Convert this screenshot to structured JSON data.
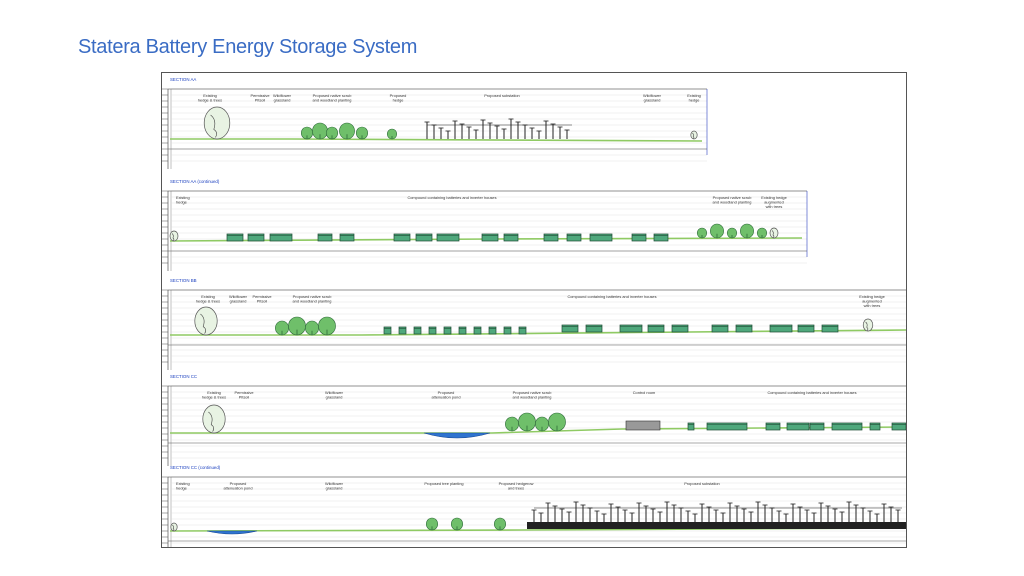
{
  "slide": {
    "title": "Statera Battery Energy Storage System"
  },
  "colors": {
    "vegetation": "#8fca63",
    "tree": "#6fbf6a",
    "battery": "#4fa87c",
    "water": "#2f74d0",
    "structure": "#222222",
    "title": "#3a6cc4"
  },
  "sections": [
    {
      "title": "SECTION AA",
      "labels": [
        [
          "Existing",
          "hedge & trees"
        ],
        [
          "Permissive",
          "Pitsoil"
        ],
        [
          "Wildflower",
          "grassland"
        ],
        [
          "Proposed native scrub",
          "and woodland planting"
        ],
        [
          "Proposed",
          "hedge"
        ],
        [
          "Proposed substation"
        ],
        [
          "Wildflower",
          "grassland"
        ],
        [
          "Existing",
          "hedge"
        ]
      ]
    },
    {
      "title": "SECTION AA (continued)",
      "labels": [
        [
          "Existing",
          "hedge"
        ],
        [
          "Compound containing batteries and inverter houses"
        ],
        [
          "Proposed native scrub",
          "and woodland planting"
        ],
        [
          "Existing hedge",
          "augmented",
          "with trees"
        ]
      ]
    },
    {
      "title": "SECTION BB",
      "labels": [
        [
          "Existing",
          "hedge & trees"
        ],
        [
          "Wildflower",
          "grassland"
        ],
        [
          "Permissive",
          "Pitsoil"
        ],
        [
          "Proposed native scrub",
          "and woodland planting"
        ],
        [
          "Compound containing batteries and inverter houses"
        ],
        [
          "Existing hedge",
          "augmented",
          "with trees"
        ]
      ]
    },
    {
      "title": "SECTION CC",
      "labels": [
        [
          "Existing",
          "hedge & trees"
        ],
        [
          "Permissive",
          "Pitsoil"
        ],
        [
          "Wildflower",
          "grassland"
        ],
        [
          "Proposed",
          "attenuation pond"
        ],
        [
          "Proposed native scrub",
          "and woodland planting"
        ],
        [
          "Control room"
        ],
        [
          "Compound containing batteries and inverter houses"
        ]
      ]
    },
    {
      "title": "SECTION CC (continued)",
      "labels": [
        [
          "Existing",
          "hedge"
        ],
        [
          "Proposed",
          "attenuation pond"
        ],
        [
          "Wildflower",
          "grassland"
        ],
        [
          "Proposed tree planting"
        ],
        [
          "Proposed hedgerow",
          "and trees"
        ],
        [
          "Proposed substation"
        ]
      ]
    }
  ]
}
